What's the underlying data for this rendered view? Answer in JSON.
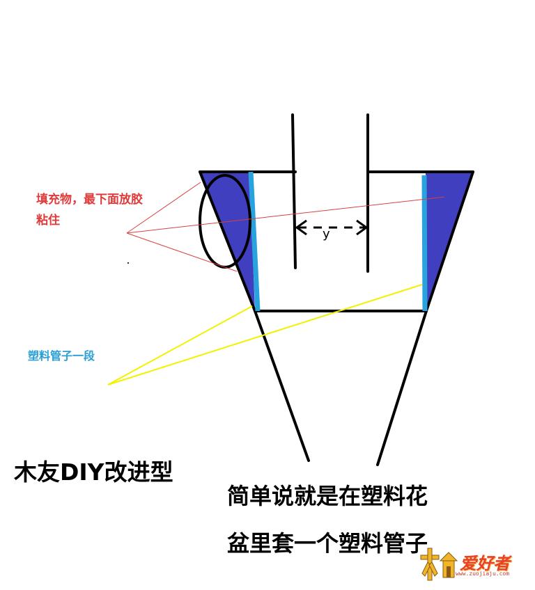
{
  "labels": {
    "filler": [
      "填充物，最下面放胶",
      "粘住"
    ],
    "pipe_segment": "塑料管子一段",
    "title": "木友DIY改进型",
    "description": [
      "简单说就是在塑料花",
      "盆里套一个塑料管子"
    ],
    "dimension_y": "y"
  },
  "logo": {
    "text": "爱好者",
    "url": "www.zuojiaju.com",
    "mark_color": "#f0b52b",
    "text_color": "#e8402a"
  },
  "colors": {
    "fill": "#3f3fbf",
    "pipe": "#29a3dd",
    "structure": "#000000",
    "filler_leader": "#d94040",
    "pipe_leader": "#f2f200"
  }
}
